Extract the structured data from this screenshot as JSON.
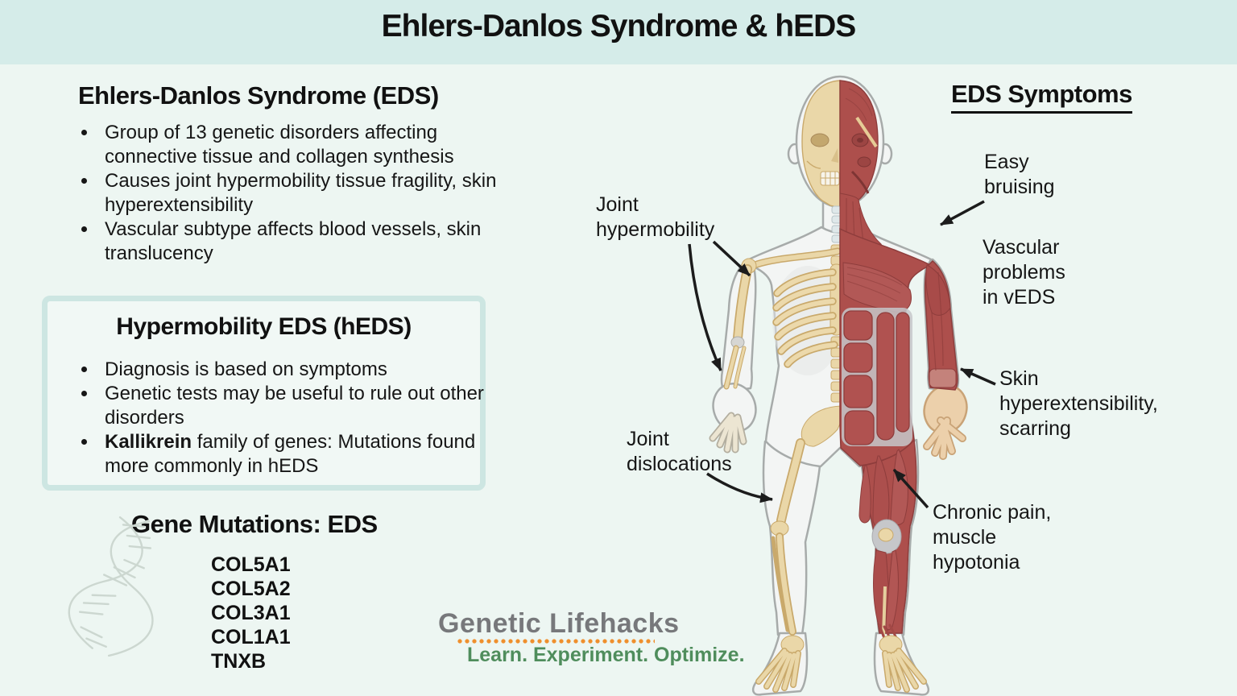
{
  "title": "Ehlers-Danlos Syndrome & hEDS",
  "eds_section": {
    "heading": "Ehlers-Danlos Syndrome (EDS)",
    "bullets": [
      "Group of 13 genetic disorders affecting connective tissue and collagen synthesis",
      "Causes joint hypermobility tissue fragility, skin hyperextensibility",
      "Vascular subtype affects blood vessels, skin translucency"
    ]
  },
  "heds_section": {
    "heading": "Hypermobility EDS (hEDS)",
    "bullets": [
      "Diagnosis is based on symptoms",
      "Genetic tests may be useful to rule out other disorders"
    ],
    "bullet3_bold": "Kallikrein",
    "bullet3_rest": " family of genes: Mutations found more commonly in hEDS"
  },
  "genes_section": {
    "heading": "Gene Mutations: EDS",
    "genes": [
      "COL5A1",
      "COL5A2",
      "COL3A1",
      "COL1A1",
      "TNXB"
    ]
  },
  "symptoms": {
    "heading": "EDS Symptoms",
    "easy_bruising": "Easy\nbruising",
    "vascular_problems": "Vascular\nproblems\nin vEDS",
    "skin_hyperextensibility": "Skin\nhyperextensibility,\nscarring",
    "chronic_pain": "Chronic pain,\nmuscle\nhypotonia"
  },
  "body_labels": {
    "joint_hypermobility": "Joint\nhypermobility",
    "joint_dislocations": "Joint\ndislocations"
  },
  "logo": {
    "name": "Genetic Lifehacks",
    "tagline": "Learn. Experiment. Optimize."
  },
  "icons": {
    "dna_icon": "dna-double-helix",
    "body_icon": "half-skeleton-half-muscle-anatomy-figure"
  },
  "colors": {
    "header_band": "#d5ece9",
    "page_bg": "#edf6f2",
    "box_bg": "#f1f8f5",
    "box_border": "#cde6e2",
    "text": "#121212",
    "muscle_red": "#ad4f4c",
    "bone": "#ead7a8",
    "logo_gray": "#77787b",
    "logo_green": "#4f8d5c",
    "logo_orange": "#ef8f2d"
  }
}
